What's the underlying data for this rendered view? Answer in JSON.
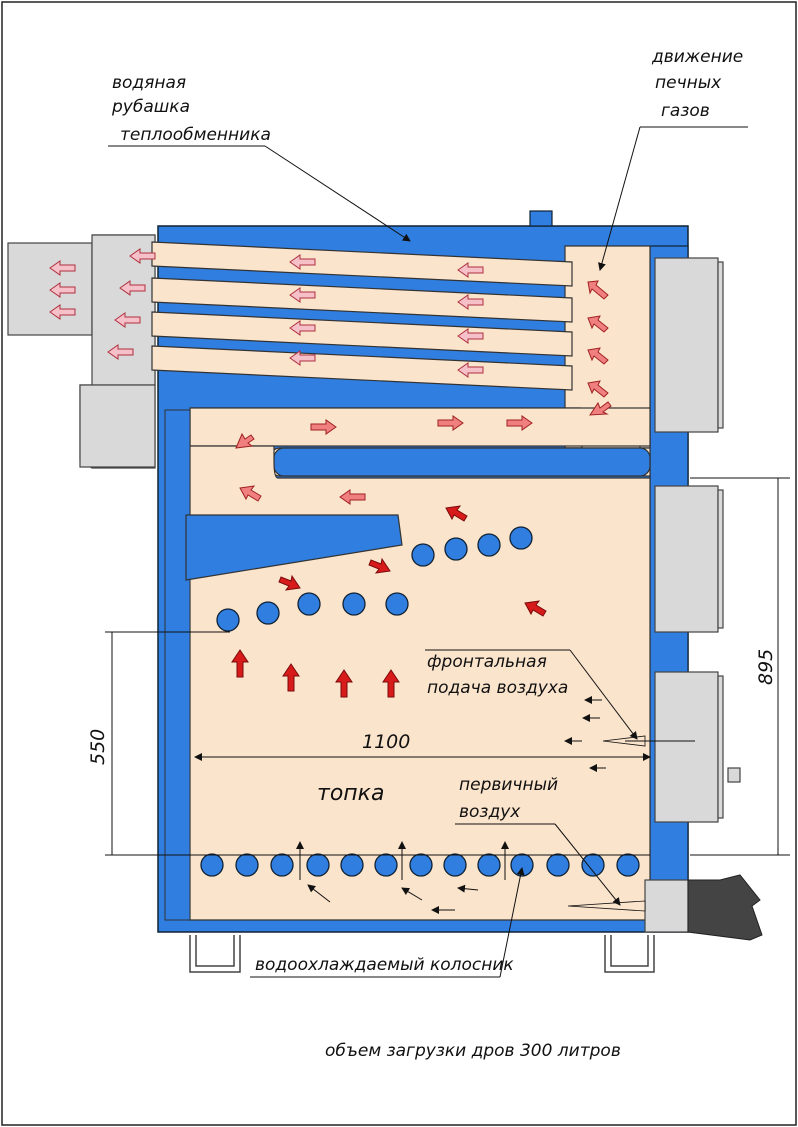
{
  "labels": {
    "water_jacket": [
      "водяная",
      "рубашка",
      "теплообменника"
    ],
    "gas_movement": [
      "движение",
      "печных",
      "газов"
    ],
    "front_air": [
      "фронтальная",
      "подача воздуха"
    ],
    "primary_air": [
      "первичный",
      "воздух"
    ],
    "firebox": "топка",
    "grate": "водоохлаждаемый колосник",
    "load_volume": "объем загрузки дров  300 литров"
  },
  "dimensions": {
    "width": "1100",
    "height_total": "895",
    "height_firebox": "550"
  },
  "colors": {
    "water": "#2f7ee0",
    "flue": "#fbe4cc",
    "steel": "#d9d9d9",
    "arrow_red": "#d71a1a",
    "arrow_pink": "#f08080",
    "arrow_pale": "#f5c0c8"
  }
}
